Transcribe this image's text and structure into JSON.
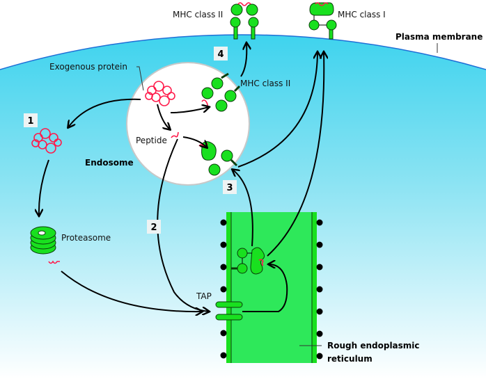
{
  "diagram": {
    "title": "MHC antigen presentation pathways",
    "labels": {
      "mhc2_top": "MHC class II",
      "mhc1_top": "MHC class I",
      "plasma_membrane": "Plasma membrane",
      "exogenous_protein": "Exogenous protein",
      "mhc2_endosome": "MHC class II",
      "peptide": "Peptide",
      "endosome": "Endosome",
      "proteasome": "Proteasome",
      "tap": "TAP",
      "rer_line1": "Rough endoplasmic",
      "rer_line2": "reticulum"
    },
    "steps": [
      "1",
      "2",
      "3",
      "4"
    ],
    "colors": {
      "cytoplasm_top": "#3fd6ee",
      "cytoplasm_bottom": "#ffffff",
      "membrane": "#1f6fd6",
      "endosome": "#ffffff",
      "er": "#2ee85a",
      "protein_green": "#19e01f",
      "peptide_red": "#ff1a4a",
      "arrow": "#000000",
      "ribosome": "#000000"
    }
  }
}
